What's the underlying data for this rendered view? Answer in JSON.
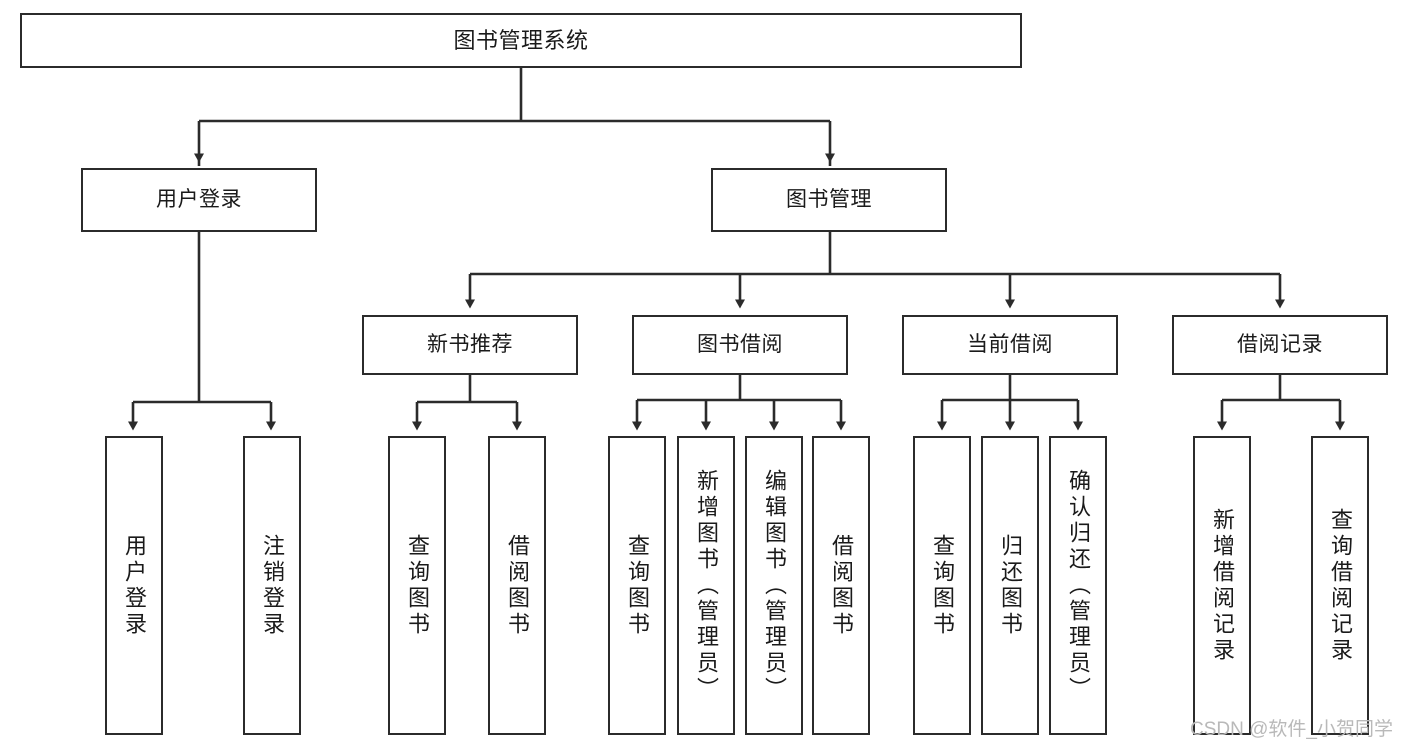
{
  "diagram": {
    "title": "图书管理系统",
    "watermark": "CSDN @软件_小贺同学",
    "colors": {
      "stroke": "#2b2b2b",
      "fill": "#ffffff",
      "text": "#1a1a1a",
      "watermark": "#b9b9b9"
    },
    "levels": {
      "root": {
        "label": "图书管理系统"
      },
      "level2": [
        {
          "label": "用户登录"
        },
        {
          "label": "图书管理"
        }
      ],
      "level3": [
        {
          "label": "新书推荐"
        },
        {
          "label": "图书借阅"
        },
        {
          "label": "当前借阅"
        },
        {
          "label": "借阅记录"
        }
      ],
      "leaves": [
        {
          "label": "用户登录",
          "parent": "用户登录"
        },
        {
          "label": "注销登录",
          "parent": "用户登录"
        },
        {
          "label": "查询图书",
          "parent": "新书推荐"
        },
        {
          "label": "借阅图书",
          "parent": "新书推荐"
        },
        {
          "label": "查询图书",
          "parent": "图书借阅"
        },
        {
          "label": "新增图书（管理员）",
          "parent": "图书借阅"
        },
        {
          "label": "编辑图书（管理员）",
          "parent": "图书借阅"
        },
        {
          "label": "借阅图书",
          "parent": "图书借阅"
        },
        {
          "label": "查询图书",
          "parent": "当前借阅"
        },
        {
          "label": "归还图书",
          "parent": "当前借阅"
        },
        {
          "label": "确认归还（管理员）",
          "parent": "当前借阅"
        },
        {
          "label": "新增借阅记录",
          "parent": "借阅记录"
        },
        {
          "label": "查询借阅记录",
          "parent": "借阅记录"
        }
      ]
    }
  }
}
